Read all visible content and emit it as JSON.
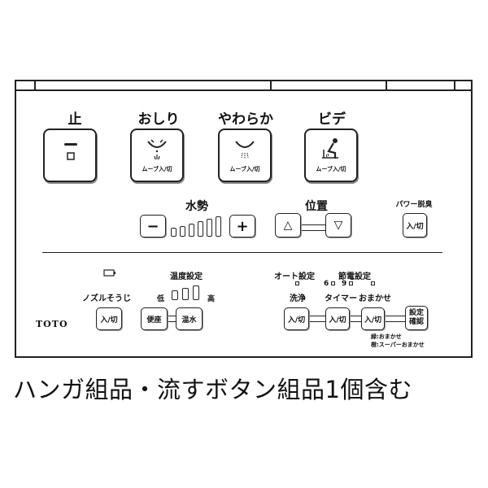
{
  "panel": {
    "stop_label": "止",
    "oshiri_label": "おしり",
    "yawaraka_label": "やわらか",
    "bidet_label": "ビデ",
    "move_label_1": "ムーブ入/切",
    "move_label_2": "ムーブ入/切",
    "move_label_3": "ムーブ入/切",
    "water_label": "水勢",
    "minus_symbol": "−",
    "plus_symbol": "+",
    "position_label": "位置",
    "up_symbol": "△",
    "down_symbol": "▽",
    "power_label": "パワー脱臭",
    "power_btn": "入/切",
    "nozzle_label": "ノズルそうじ",
    "nozzle_btn": "入/切",
    "temp_label": "温度設定",
    "temp_low": "低",
    "temp_high": "高",
    "seat_btn": "便座",
    "water_temp_btn": "温水",
    "auto_label": "オート設定",
    "save_label": "節電設定",
    "wash_label": "洗浄",
    "timer_label": "タイマー",
    "omakase_label": "おまかせ",
    "timer_6": "6",
    "timer_9": "9",
    "wash_btn": "入/切",
    "timer_btn": "入/切",
    "omakase_btn": "入/切",
    "settings_btn_1": "設定",
    "settings_btn_2": "確認",
    "note_1": "緑:おまかせ",
    "note_2": "橙:スーパーおまかせ",
    "brand": "TOTO"
  },
  "caption": "ハンガ組品・流すボタン組品1個含む"
}
